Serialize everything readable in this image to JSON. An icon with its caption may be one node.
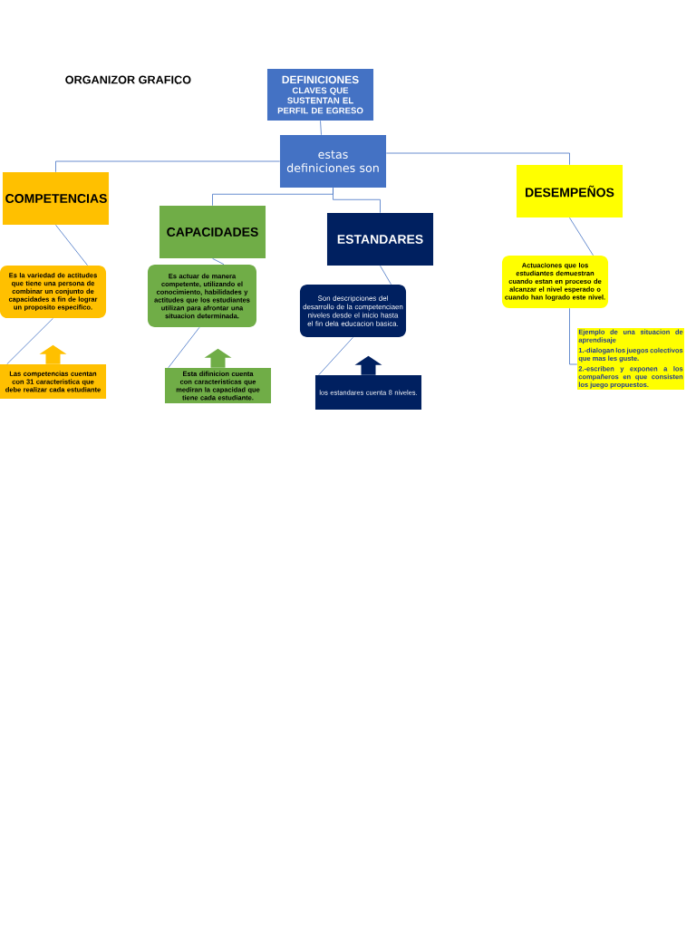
{
  "diagram": {
    "title": "ORGANIZOR GRAFICO",
    "nodes": [
      {
        "text": [
          "DEFINICIONES",
          "CLAVES QUE SUSTENTAN EL PERFIL DE EGRESO"
        ]
      },
      {
        "text": [
          "estas definiciones son"
        ]
      },
      {
        "text": [
          "COMPETENCIAS"
        ]
      },
      {
        "text": [
          "Es la variedad de actitudes que tiene una persona de combinar un conjunto de capacidades a fin de lograr un proposito especifico."
        ]
      },
      {
        "text": [
          "Las  competencias cuentan con 31 caracteristica que debe realizar cada estudiante"
        ]
      },
      {
        "text": [
          "CAPACIDADES"
        ]
      },
      {
        "text": [
          "Es actuar de manera competente, utilizando el conocimiento, habilidades y actitudes que los estudiantes utilizan para afrontar una situacion determinada."
        ]
      },
      {
        "text": [
          "Esta difinicion cuenta con caracteristicas que mediran la capacidad que tiene cada estudiante."
        ]
      },
      {
        "text": [
          "ESTANDARES"
        ]
      },
      {
        "text": [
          "Son descripciones del desarrollo de la competenciaen niveles desde el inicio hasta el fin dela educacion basica."
        ]
      },
      {
        "text": [
          "los estandares cuenta  8 niveles."
        ]
      },
      {
        "text": [
          "DESEMPEÑOS"
        ]
      },
      {
        "text": [
          "Actuaciones que los estudiantes demuestran cuando estan en proceso de alcanzar el nivel esperado o cuando han logrado este nivel."
        ]
      },
      {
        "text": [
          "Ejemplo de una situacion de aprendisaje",
          "1.-dialogan los juegos colectivos que mas les guste.",
          "2.-escriben y exponen a los compañeros en que consisten los juego propuestos."
        ]
      }
    ],
    "edges": [
      {
        "from": 0,
        "to": 1,
        "arrow": "none"
      },
      {
        "from": 1,
        "to": 2,
        "arrow": "none"
      },
      {
        "from": 1,
        "to": 5,
        "arrow": "none"
      },
      {
        "from": 1,
        "to": 8,
        "arrow": "none"
      },
      {
        "from": 1,
        "to": 11,
        "arrow": "none"
      },
      {
        "from": 2,
        "to": 3,
        "arrow": "none"
      },
      {
        "from": 3,
        "to": 4,
        "arrow": "none"
      },
      {
        "from": 5,
        "to": 6,
        "arrow": "none"
      },
      {
        "from": 6,
        "to": 7,
        "arrow": "none"
      },
      {
        "from": 8,
        "to": 9,
        "arrow": "none"
      },
      {
        "from": 9,
        "to": 10,
        "arrow": "none"
      },
      {
        "from": 11,
        "to": 12,
        "arrow": "none"
      },
      {
        "from": 12,
        "to": 13,
        "arrow": "none"
      },
      {
        "from": 4,
        "to": null,
        "arrow": "to"
      },
      {
        "from": 7,
        "to": null,
        "arrow": "to"
      },
      {
        "from": 10,
        "to": null,
        "arrow": "to"
      }
    ]
  }
}
